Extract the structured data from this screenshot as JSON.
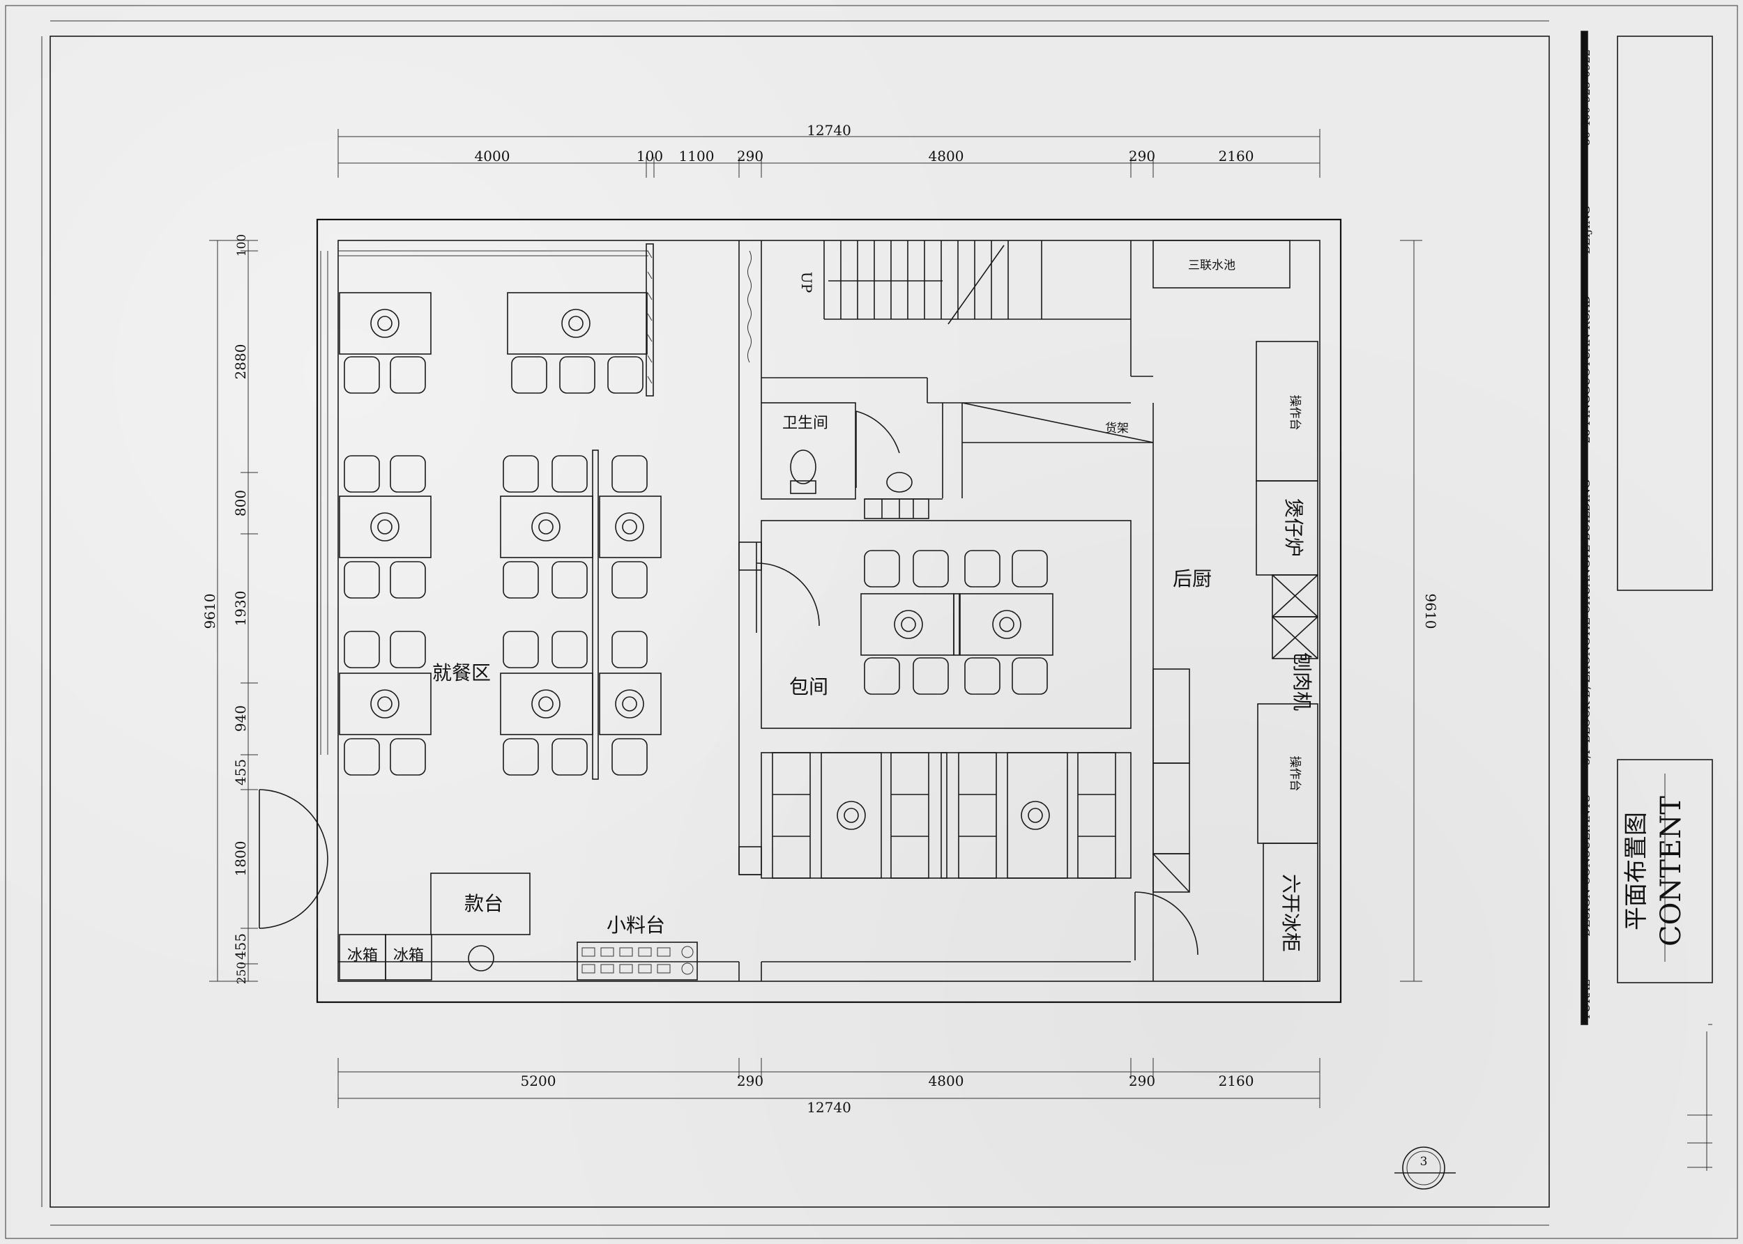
{
  "dimensions": {
    "top_total": "12740",
    "top": [
      "4000",
      "100",
      "1100",
      "290",
      "4800",
      "290",
      "2160"
    ],
    "bottom": [
      "5200",
      "290",
      "4800",
      "290",
      "2160"
    ],
    "bottom_total": "12740",
    "left_total": "9610",
    "left": [
      "100",
      "2880",
      "800",
      "1930",
      "940",
      "455",
      "1800",
      "455",
      "250"
    ],
    "right_total": "9610"
  },
  "rooms": {
    "dining_area": "就餐区",
    "private_room": "包间",
    "restroom": "卫生间",
    "back_kitchen": "后厨",
    "cashier": "款台",
    "sauce_bar": "小料台",
    "fridge_1": "冰箱",
    "fridge_2": "冰箱",
    "stairs_up": "UP",
    "shelf": "货架",
    "stove": "煲仔炉",
    "slicer": "刨肉机",
    "six_door_freezer": "六开冰柜",
    "sink": "三联水池",
    "prep_table_1": "操作台",
    "prep_table_2": "操作台"
  },
  "title_block": {
    "title_cn": "平面布置图",
    "title_en": "CONTENT",
    "line_1": "TURAL",
    "line_2": "DESIGN CONSULTANTS",
    "line_3": "3/F BLOCK B, ZHONGTIE CHUANGYE BUILDING",
    "line_4": "28 PINGGUOYUAN ROAD",
    "line_5": "BEIJING",
    "line_6": "86-400-923-0922",
    "sheet_number": "3"
  }
}
